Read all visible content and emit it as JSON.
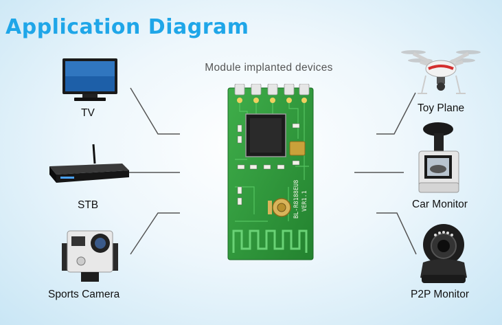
{
  "title": "Application Diagram",
  "subtitle": "Module implanted devices",
  "module": {
    "silk_text_1": "BL-R8188EU8",
    "silk_text_2": "VER1.1"
  },
  "devices_left": [
    {
      "label": "TV",
      "icon": "tv-icon"
    },
    {
      "label": "STB",
      "icon": "set-top-box-icon"
    },
    {
      "label": "Sports Camera",
      "icon": "action-camera-icon"
    }
  ],
  "devices_right": [
    {
      "label": "Toy Plane",
      "icon": "drone-icon"
    },
    {
      "label": "Car Monitor",
      "icon": "dash-camera-icon"
    },
    {
      "label": "P2P Monitor",
      "icon": "ip-camera-icon"
    }
  ],
  "colors": {
    "title": "#1fa6e8",
    "pcb": "#2f9a3e",
    "line": "#555555"
  }
}
